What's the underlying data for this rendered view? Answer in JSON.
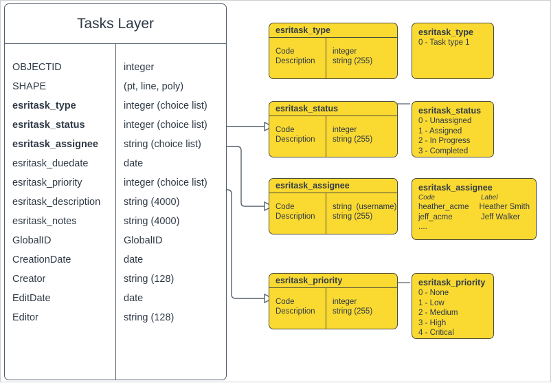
{
  "layer": {
    "title": "Tasks Layer",
    "fields": [
      {
        "name": "OBJECTID",
        "type": "integer",
        "bold": false
      },
      {
        "name": "SHAPE",
        "type": "(pt, line, poly)",
        "bold": false
      },
      {
        "name": "esritask_type",
        "type": "integer (choice list)",
        "bold": true
      },
      {
        "name": "esritask_status",
        "type": "integer (choice list)",
        "bold": true
      },
      {
        "name": "esritask_assignee",
        "type": "string (choice list)",
        "bold": true
      },
      {
        "name": "esritask_duedate",
        "type": "date",
        "bold": false
      },
      {
        "name": "esritask_priority",
        "type": "integer (choice list)",
        "bold": false
      },
      {
        "name": "esritask_description",
        "type": "string (4000)",
        "bold": false
      },
      {
        "name": "esritask_notes",
        "type": "string (4000)",
        "bold": false
      },
      {
        "name": "GlobalID",
        "type": "GlobalID",
        "bold": false
      },
      {
        "name": "CreationDate",
        "type": "date",
        "bold": false
      },
      {
        "name": "Creator",
        "type": "string (128)",
        "bold": false
      },
      {
        "name": "EditDate",
        "type": "date",
        "bold": false
      },
      {
        "name": "Editor",
        "type": "string (128)",
        "bold": false
      }
    ]
  },
  "schemas": {
    "type": {
      "title": "esritask_type",
      "code_label": "Code",
      "description_label": "Description",
      "code_type": "integer",
      "description_type": "string (255)"
    },
    "status": {
      "title": "esritask_status",
      "code_label": "Code",
      "description_label": "Description",
      "code_type": "integer",
      "description_type": "string (255)"
    },
    "assignee": {
      "title": "esritask_assignee",
      "code_label": "Code",
      "description_label": "Description",
      "code_type": "string  (username)",
      "description_type": "string (255)"
    },
    "priority": {
      "title": "esritask_priority",
      "code_label": "Code",
      "description_label": "Description",
      "code_type": "integer",
      "description_type": "string (255)"
    }
  },
  "values": {
    "type": {
      "title": "esritask_type",
      "items": [
        "0 - Task type 1"
      ]
    },
    "status": {
      "title": "esritask_status",
      "items": [
        "0 - Unassigned",
        "1 - Assigned",
        "2 - In Progress",
        "3 - Completed"
      ]
    },
    "assignee": {
      "title": "esritask_assignee",
      "code_header": "Code",
      "label_header": "Label",
      "rows": [
        {
          "code": "heather_acme",
          "label": "Heather Smith"
        },
        {
          "code": "jeff_acme",
          "label": "Jeff Walker"
        }
      ],
      "ellipsis": "...."
    },
    "priority": {
      "title": "esritask_priority",
      "items": [
        "0 - None",
        "1 - Low",
        "2 - Medium",
        "3 - High",
        "4 - Critical"
      ]
    }
  },
  "colors": {
    "domain_fill": "#fad931",
    "domain_border": "#4a4a3d",
    "table_border": "#55606e",
    "text": "#2f3a47",
    "connector": "#55606e"
  }
}
